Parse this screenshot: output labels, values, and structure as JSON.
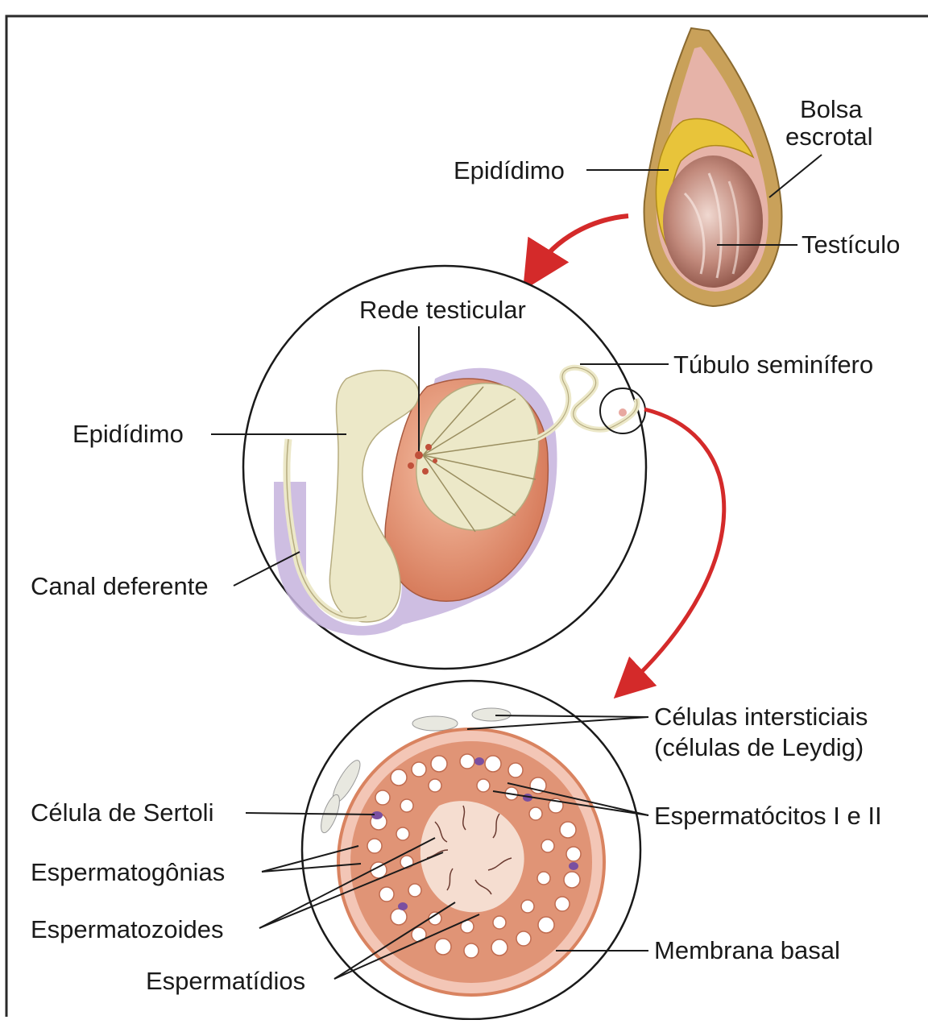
{
  "labels": {
    "bolsa_line1": "Bolsa",
    "bolsa_line2": "escrotal",
    "epididimo_top": "Epidídimo",
    "testiculo": "Testículo",
    "rede_testicular": "Rede testicular",
    "tubulo_seminifero": "Túbulo seminífero",
    "epididimo_mid": "Epidídimo",
    "canal_deferente": "Canal deferente",
    "celulas_intersticiais_line1": "Células intersticiais",
    "celulas_intersticiais_line2": "(células de Leydig)",
    "celula_sertoli": "Célula de Sertoli",
    "espermatocitos": "Espermatócitos I e II",
    "espermatogonias": "Espermatogônias",
    "espermatozoides": "Espermatozoides",
    "membrana_basal": "Membrana basal",
    "espermatidios": "Espermatídios"
  },
  "colors": {
    "frame": "#2a2a2a",
    "leader": "#1a1a1a",
    "arrow": "#d42a2a",
    "scrotum": "#c9a15a",
    "epididymis_top": "#e8c43a",
    "testis": "#b97a6a",
    "tubules": "#ece8c8",
    "testis_body": "#e08f6f",
    "tunica": "#c6b3dd",
    "tubule_wall": "#d98360",
    "tubule_lumen": "#f5ddd0",
    "sertoli": "#7a4fa0"
  }
}
